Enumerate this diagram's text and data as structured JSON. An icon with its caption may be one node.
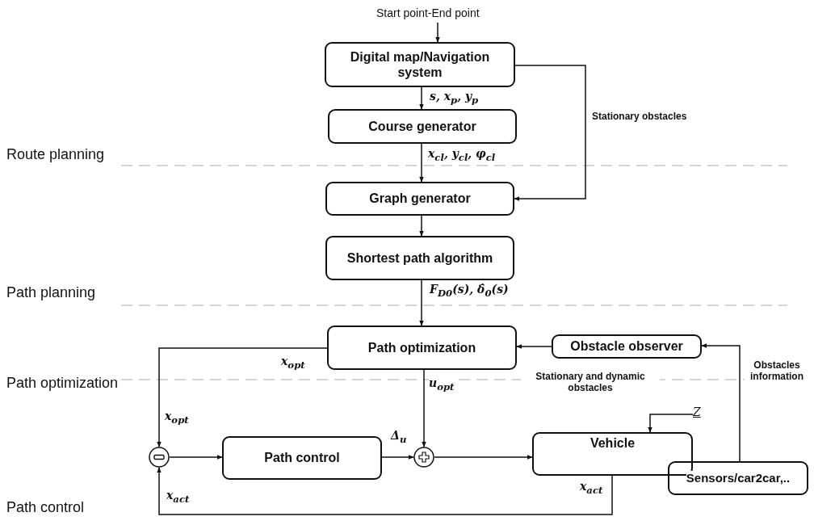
{
  "diagram": {
    "nodes": [
      {
        "text": [
          "Start point-End point"
        ]
      },
      {
        "text": [
          "Digital map/Navigation system"
        ]
      },
      {
        "text": [
          "Course generator"
        ]
      },
      {
        "text": [
          "Graph generator"
        ]
      },
      {
        "text": [
          "Shortest path algorithm"
        ]
      },
      {
        "text": [
          "Path optimization"
        ]
      },
      {
        "text": [
          "Obstacle observer"
        ]
      },
      {
        "text": [],
        "shape": "circle"
      },
      {
        "text": [
          "Path control"
        ]
      },
      {
        "text": [],
        "shape": "circle"
      },
      {
        "text": [
          "Vehicle"
        ]
      },
      {
        "text": [
          "Sensors/car2car,.."
        ]
      },
      {
        "text": [
          "Z"
        ]
      }
    ],
    "edges": [
      {
        "from": 0,
        "to": 1,
        "arrow": "to"
      },
      {
        "from": 1,
        "to": 2,
        "arrow": "to",
        "label": "s, x$_{p}$, y$_{p}$"
      },
      {
        "from": 2,
        "to": 3,
        "arrow": "to",
        "label": "x$_{cl}$, y$_{cl}$, φ$_{cl}$"
      },
      {
        "from": 1,
        "to": 3,
        "arrow": "to",
        "label": "Stationary obstacles"
      },
      {
        "from": 3,
        "to": 4,
        "arrow": "to"
      },
      {
        "from": 4,
        "to": 5,
        "arrow": "to",
        "label": "F$_{D0}$(s), δ̇$_{0}$(s)"
      },
      {
        "from": 6,
        "to": 5,
        "arrow": "to",
        "label": "Stationary and dynamic obstacles"
      },
      {
        "from": 11,
        "to": 6,
        "arrow": "to",
        "label": "Obstacles information"
      },
      {
        "from": 5,
        "to": 7,
        "arrow": "to",
        "label": "x$_{opt}$"
      },
      {
        "from": 7,
        "to": 8,
        "arrow": "to"
      },
      {
        "from": 8,
        "to": 9,
        "arrow": "to",
        "label": "Δ$_{u}$"
      },
      {
        "from": 5,
        "to": 9,
        "arrow": "to",
        "label": "u$_{opt}$"
      },
      {
        "from": 9,
        "to": 10,
        "arrow": "to"
      },
      {
        "from": 12,
        "to": 10,
        "arrow": "to"
      },
      {
        "from": 10,
        "to": 7,
        "arrow": "to",
        "label": "x$_{act}$"
      }
    ],
    "labels": [
      "Route planning",
      "Path planning",
      "Path optimization",
      "x$_{opt}$",
      "x$_{act}$",
      "Path control"
    ]
  }
}
